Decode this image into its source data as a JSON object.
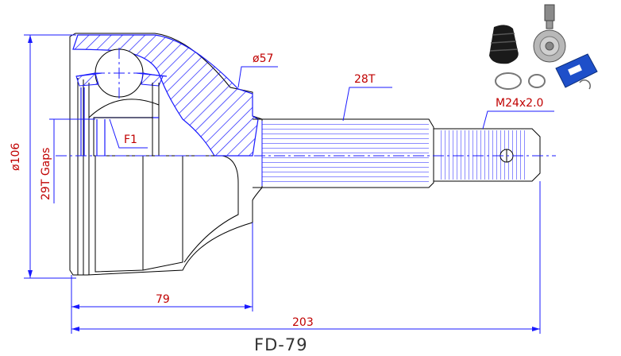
{
  "part_number": "FD-79",
  "labels": {
    "diameter_outer": "ø106",
    "diameter_neck": "ø57",
    "spline_teeth": "28T",
    "thread": "M24x2.0",
    "abs_ring": "29T Gaps",
    "feature_f1": "F1",
    "length_bell": "79",
    "length_total": "203"
  },
  "colors": {
    "dimension_text": "#c00000",
    "hatch_blue": "#1a1aff",
    "outline": "#000000"
  },
  "product_photo": {
    "items": [
      "boot-icon",
      "cv-joint-icon",
      "grease-pack-icon",
      "clamp-icon",
      "circlip-icon"
    ]
  }
}
